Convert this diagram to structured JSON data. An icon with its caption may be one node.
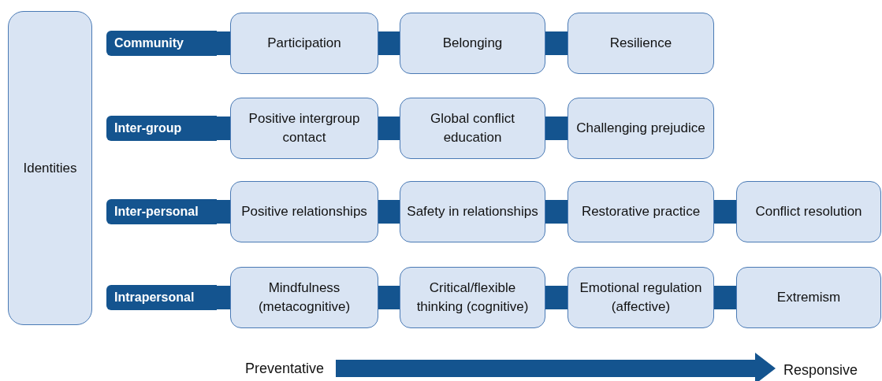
{
  "diagram": {
    "nodes": [
      {
        "text": [
          "Identities"
        ]
      },
      {
        "text": [
          "Community"
        ]
      },
      {
        "text": [
          "Participation"
        ]
      },
      {
        "text": [
          "Belonging"
        ]
      },
      {
        "text": [
          "Resilience"
        ]
      },
      {
        "text": [
          "Inter-group"
        ]
      },
      {
        "text": [
          "Positive intergroup contact"
        ]
      },
      {
        "text": [
          "Global conflict education"
        ]
      },
      {
        "text": [
          "Challenging prejudice"
        ]
      },
      {
        "text": [
          "Inter-personal"
        ]
      },
      {
        "text": [
          "Positive relationships"
        ]
      },
      {
        "text": [
          "Safety in relationships"
        ]
      },
      {
        "text": [
          "Restorative practice"
        ]
      },
      {
        "text": [
          "Conflict resolution"
        ]
      },
      {
        "text": [
          "Intrapersonal"
        ]
      },
      {
        "text": [
          "Mindfulness (metacognitive)"
        ]
      },
      {
        "text": [
          "Critical/flexible thinking (cognitive)"
        ]
      },
      {
        "text": [
          "Emotional regulation (affective)"
        ]
      },
      {
        "text": [
          "Extremism"
        ]
      },
      {
        "text": [
          "Preventative"
        ]
      },
      {
        "text": [
          "Responsive"
        ]
      }
    ],
    "edges": [
      {
        "from": 1,
        "to": 2,
        "arrow": "none"
      },
      {
        "from": 2,
        "to": 3,
        "arrow": "none"
      },
      {
        "from": 3,
        "to": 4,
        "arrow": "none"
      },
      {
        "from": 5,
        "to": 6,
        "arrow": "none"
      },
      {
        "from": 6,
        "to": 7,
        "arrow": "none"
      },
      {
        "from": 7,
        "to": 8,
        "arrow": "none"
      },
      {
        "from": 9,
        "to": 10,
        "arrow": "none"
      },
      {
        "from": 10,
        "to": 11,
        "arrow": "none"
      },
      {
        "from": 11,
        "to": 12,
        "arrow": "none"
      },
      {
        "from": 12,
        "to": 13,
        "arrow": "none"
      },
      {
        "from": 14,
        "to": 15,
        "arrow": "none"
      },
      {
        "from": 15,
        "to": 16,
        "arrow": "none"
      },
      {
        "from": 16,
        "to": 17,
        "arrow": "none"
      },
      {
        "from": 17,
        "to": 18,
        "arrow": "none"
      },
      {
        "from": 19,
        "to": 20,
        "arrow": "to"
      }
    ]
  }
}
